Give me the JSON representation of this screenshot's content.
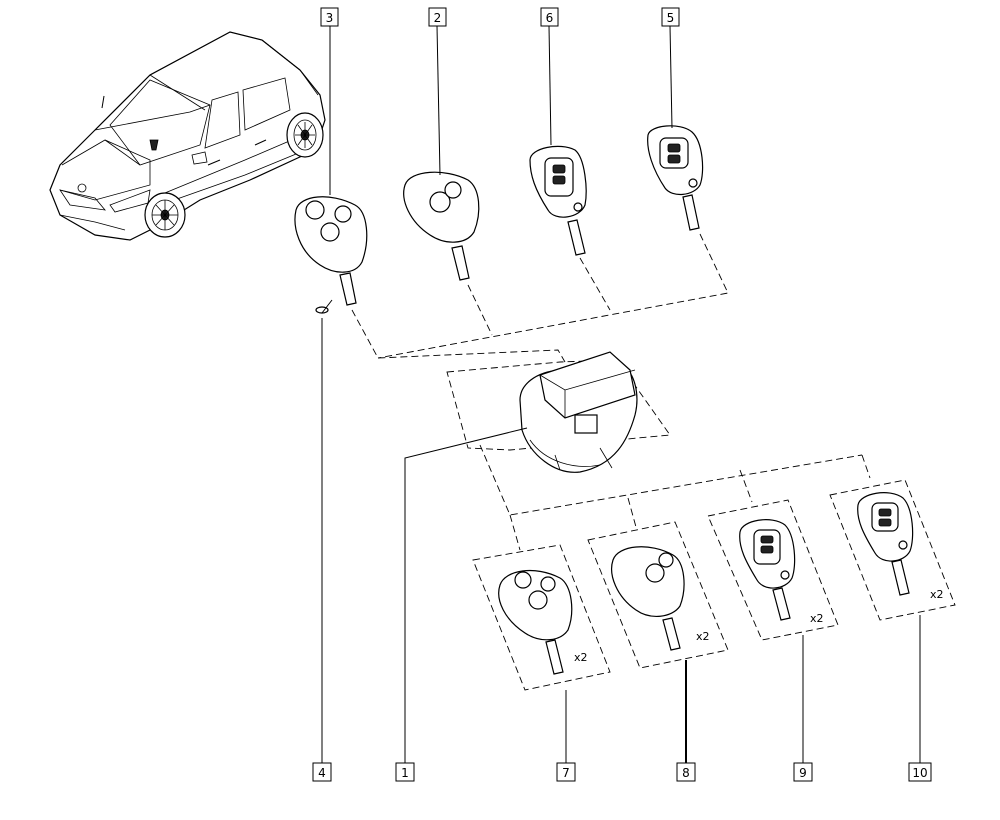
{
  "callouts": {
    "c1": "1",
    "c2": "2",
    "c3": "3",
    "c4": "4",
    "c5": "5",
    "c6": "6",
    "c7": "7",
    "c8": "8",
    "c9": "9",
    "c10": "10"
  },
  "quantities": {
    "q7": "x2",
    "q8": "x2",
    "q9": "x2",
    "q10": "x2"
  },
  "icons": {
    "vehicle": "car-illustration-icon",
    "round_key": "round-remote-key-icon",
    "flip_key": "flip-remote-key-icon",
    "module": "remote-receiver-module-icon",
    "screw": "screw-icon"
  }
}
